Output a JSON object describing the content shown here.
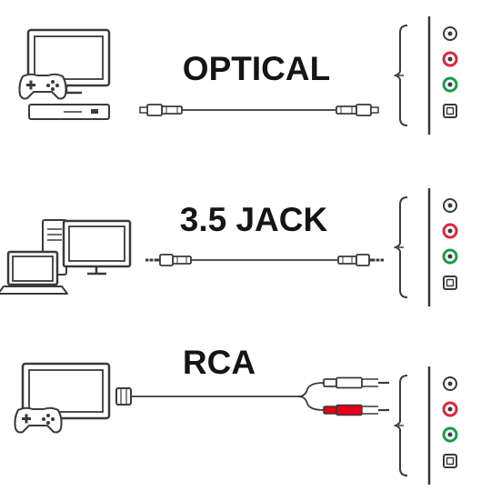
{
  "sections": [
    {
      "id": "optical",
      "label": "OPTICAL",
      "source": "tv-console"
    },
    {
      "id": "jack",
      "label": "3.5 JACK",
      "source": "pc-laptop"
    },
    {
      "id": "rca",
      "label": "RCA",
      "source": "tv-gamepad"
    }
  ],
  "colors": {
    "line": "#3a3a3a",
    "port_red": "#e2243c",
    "port_green": "#1a9a4a",
    "rca_red_plug": "#e3001b",
    "background": "#ffffff"
  },
  "panel_ports": [
    "white-port-icon",
    "red-port-icon",
    "green-port-icon",
    "optical-port-icon"
  ]
}
